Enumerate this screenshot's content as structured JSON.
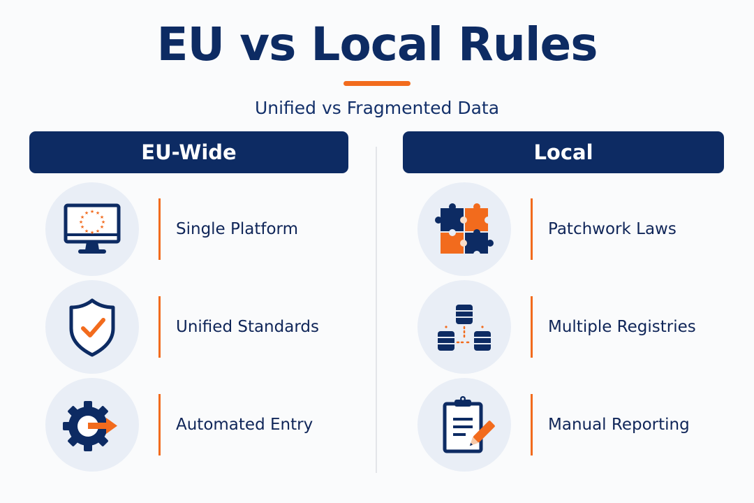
{
  "header": {
    "title": "EU vs Local Rules",
    "subtitle": "Unified vs Fragmented Data"
  },
  "colors": {
    "navy": "#0d2b63",
    "orange": "#f26b1d",
    "icon_bg": "#e9eef6",
    "background": "#fafbfc"
  },
  "columns": {
    "left": {
      "heading": "EU-Wide",
      "items": [
        {
          "label": "Single Platform",
          "icon": "monitor-eu-stars-icon"
        },
        {
          "label": "Unified Standards",
          "icon": "shield-check-icon"
        },
        {
          "label": "Automated Entry",
          "icon": "gear-arrow-icon"
        }
      ]
    },
    "right": {
      "heading": "Local",
      "items": [
        {
          "label": "Patchwork Laws",
          "icon": "puzzle-pieces-icon"
        },
        {
          "label": "Multiple Registries",
          "icon": "database-network-icon"
        },
        {
          "label": "Manual Reporting",
          "icon": "clipboard-pencil-icon"
        }
      ]
    }
  }
}
